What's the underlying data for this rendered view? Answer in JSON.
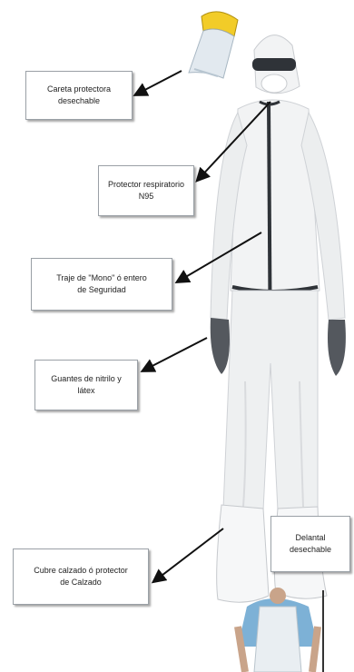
{
  "labels": {
    "face_shield": "Careta protectora\ndesechable",
    "respirator": "Protector respiratorio\nN95",
    "suit": "Traje de \"Mono\" ó entero\nde Seguridad",
    "gloves": "Guantes de nitrilo y\nlátex",
    "shoe_cover": "Cubre calzado ó protector\nde Calzado",
    "apron": "Delantal\ndesechable"
  },
  "colors": {
    "suit": "#f2f3f4",
    "suit_shade": "#d9dbde",
    "trim": "#2f3338",
    "visor": "#f2cc28",
    "apron": "#e9eef2",
    "scrubs": "#7db1d6"
  }
}
